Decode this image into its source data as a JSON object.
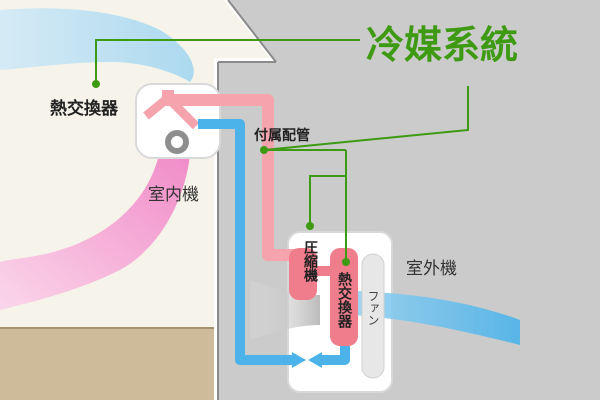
{
  "title": "冷媒系統",
  "labels": {
    "indoor_unit": "室内機",
    "outdoor_unit": "室外機",
    "indoor_heat_exchanger": "熱交換器",
    "outdoor_heat_exchanger": "熱交換器",
    "piping": "付属配管",
    "compressor": "圧縮機",
    "fan": "ファン"
  },
  "colors": {
    "title_green": "#3d9a12",
    "leader_line": "#3d9a12",
    "pink_pipe": "#f5a3ad",
    "blue_pipe": "#4cb3ea",
    "wall_grey": "#c9c9c9",
    "room": "#f6f4ea",
    "floor": "#d0bfa0",
    "red_exchanger": "#ef7d8c"
  }
}
